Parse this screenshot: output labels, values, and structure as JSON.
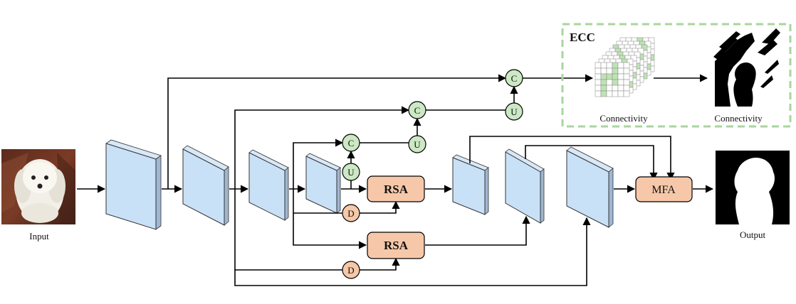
{
  "labels": {
    "input": "Input",
    "output": "Output",
    "ecc_title": "ECC",
    "connectivity_left": "Connectivity",
    "connectivity_right": "Connectivity",
    "rsa_top": "RSA",
    "rsa_bottom": "RSA",
    "mfa": "MFA"
  },
  "nodes": {
    "concat": "C",
    "upsample": "U",
    "downsample": "D"
  },
  "colors": {
    "encoder_face": "#c9e1f7",
    "encoder_side": "#9fb7d1",
    "rsa_fill": "#f6c8a9",
    "rsa_stroke": "#b06a3f",
    "node_green": "#cce8c4",
    "node_orange": "#f6c8a9",
    "ecc_border": "#a8d69e",
    "grid_green": "#bfe3b4"
  }
}
